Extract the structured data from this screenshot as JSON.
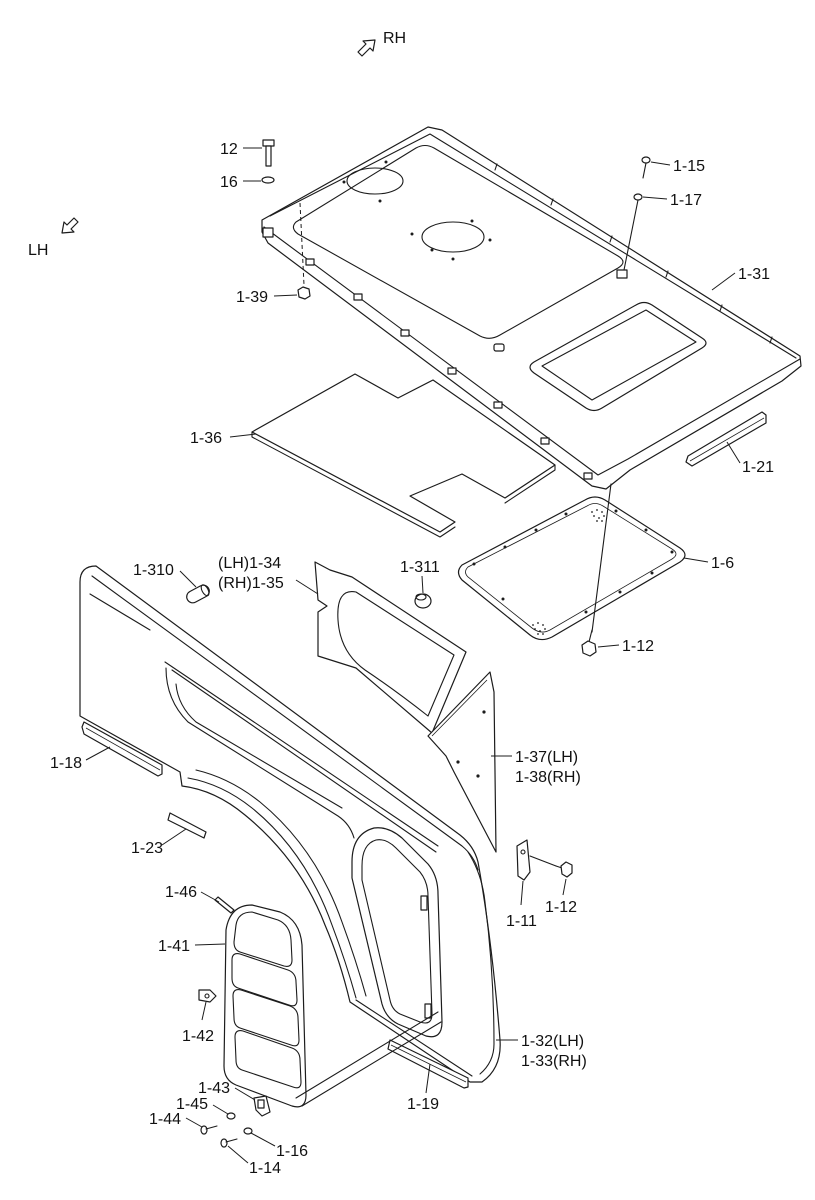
{
  "direction": {
    "rh": "RH",
    "lh": "LH"
  },
  "callouts": [
    "12",
    "16",
    "1-39",
    "1-15",
    "1-17",
    "1-31",
    "1-36",
    "1-21",
    "1-6",
    "1-12",
    "1-310",
    "(LH)1-34",
    "(RH)1-35",
    "1-311",
    "1-18",
    "1-37(LH)",
    "1-38(RH)",
    "1-23",
    "1-11",
    "1-12",
    "1-46",
    "1-41",
    "1-42",
    "1-43",
    "1-45",
    "1-44",
    "1-16",
    "1-14",
    "1-19",
    "1-32(LH)",
    "1-33(RH)"
  ]
}
